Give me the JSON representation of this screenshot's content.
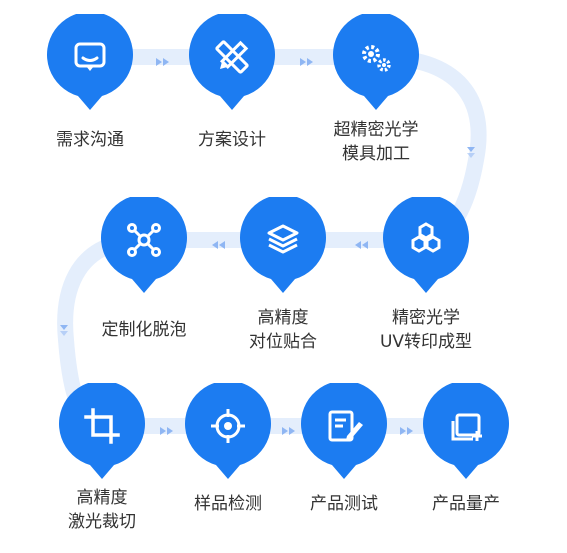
{
  "colors": {
    "pin": "#1C7CF1",
    "track": "#E4EEFC",
    "arrow": "#8FB6F3",
    "text": "#333333"
  },
  "steps": [
    {
      "icon": "chat-bubble-icon",
      "lines": [
        "需求沟通"
      ]
    },
    {
      "icon": "ruler-pencil-icon",
      "lines": [
        "方案设计"
      ]
    },
    {
      "icon": "gears-icon",
      "lines": [
        "超精密光学",
        "模具加工"
      ]
    },
    {
      "icon": "hexagons-icon",
      "lines": [
        "精密光学",
        "UV转印成型"
      ]
    },
    {
      "icon": "layers-icon",
      "lines": [
        "高精度",
        "对位贴合"
      ]
    },
    {
      "icon": "network-nodes-icon",
      "lines": [
        "定制化脱泡"
      ]
    },
    {
      "icon": "crop-icon",
      "lines": [
        "高精度",
        "激光裁切"
      ]
    },
    {
      "icon": "crosshair-icon",
      "lines": [
        "样品检测"
      ]
    },
    {
      "icon": "edit-document-icon",
      "lines": [
        "产品测试"
      ]
    },
    {
      "icon": "add-window-icon",
      "lines": [
        "产品量产"
      ]
    }
  ]
}
